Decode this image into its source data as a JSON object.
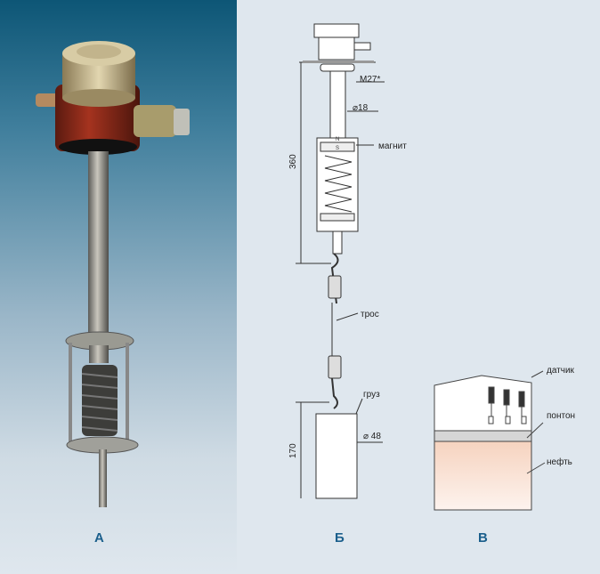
{
  "panels": {
    "a": "А",
    "b": "Б",
    "c": "В"
  },
  "diagram_b": {
    "thread_label": "M27*",
    "diameter_label": "⌀18",
    "magnet_label": "магнит",
    "north_pole": "N",
    "south_pole": "S",
    "length_label": "360",
    "cable_label": "трос",
    "weight_label": "груз",
    "weight_diameter_label": "⌀ 48",
    "weight_length_label": "170"
  },
  "diagram_c": {
    "sensor_label": "датчик",
    "pontoon_label": "понтон",
    "oil_label": "нефть"
  },
  "colors": {
    "label_blue": "#1b5f8c",
    "oil_top": "#f6d6c4",
    "pontoon": "#d6d6d6"
  }
}
